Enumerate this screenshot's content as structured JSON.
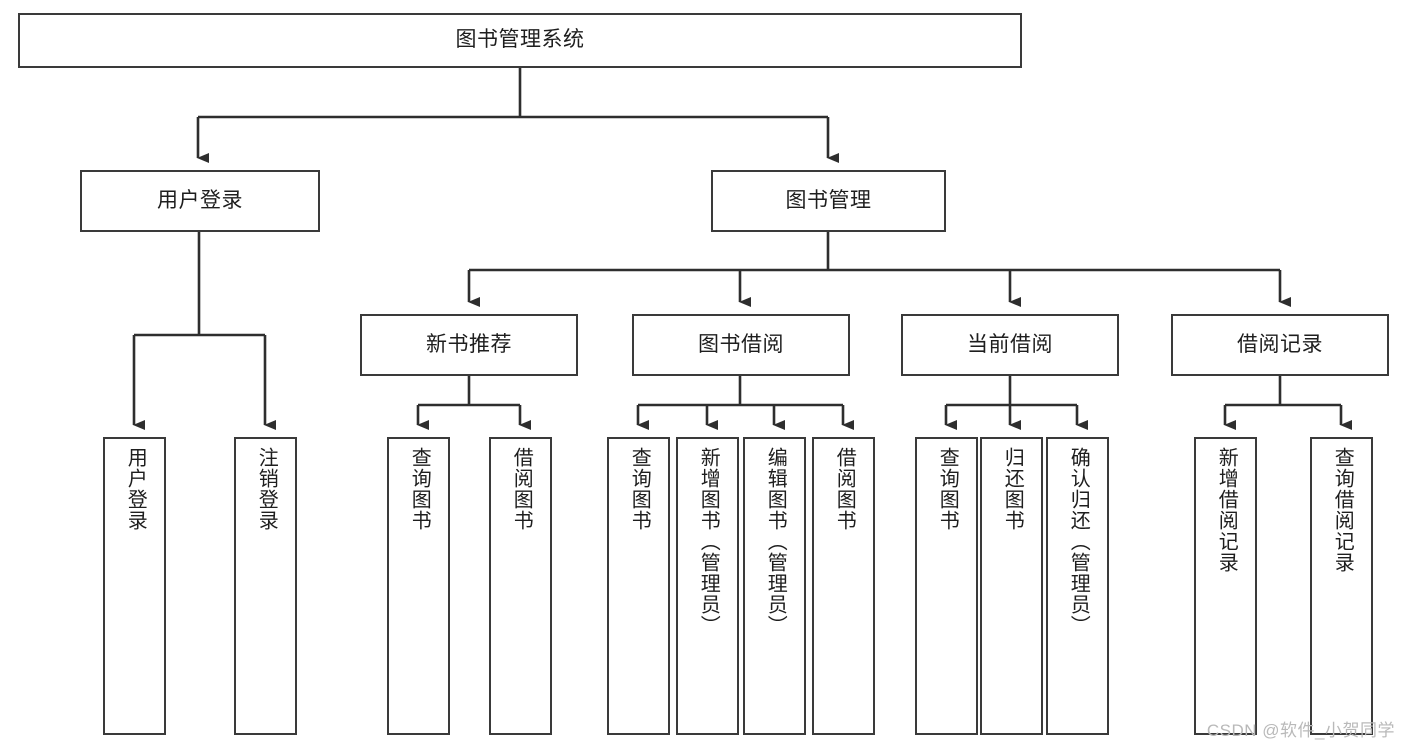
{
  "diagram": {
    "title": "图书管理系统",
    "watermark": "CSDN @软件_小贺同学",
    "stroke_color": "#3a3a3a",
    "text_color": "#1e1e1e",
    "background_color": "#ffffff",
    "nodes": {
      "root": "图书管理系统",
      "level1": {
        "user_login": "用户登录",
        "book_manage": "图书管理"
      },
      "level2": {
        "new_book_rec": "新书推荐",
        "book_borrow": "图书借阅",
        "current_borrow": "当前借阅",
        "borrow_record": "借阅记录"
      },
      "leaves": {
        "user_login_1": "用户登录",
        "user_login_2": "注销登录",
        "new_book_rec_1": "查询图书",
        "new_book_rec_2": "借阅图书",
        "book_borrow_1": "查询图书",
        "book_borrow_2": "新增图书（管理员）",
        "book_borrow_3": "编辑图书（管理员）",
        "book_borrow_4": "借阅图书",
        "current_borrow_1": "查询图书",
        "current_borrow_2": "归还图书",
        "current_borrow_3": "确认归还（管理员）",
        "borrow_record_1": "新增借阅记录",
        "borrow_record_2": "查询借阅记录"
      }
    }
  }
}
